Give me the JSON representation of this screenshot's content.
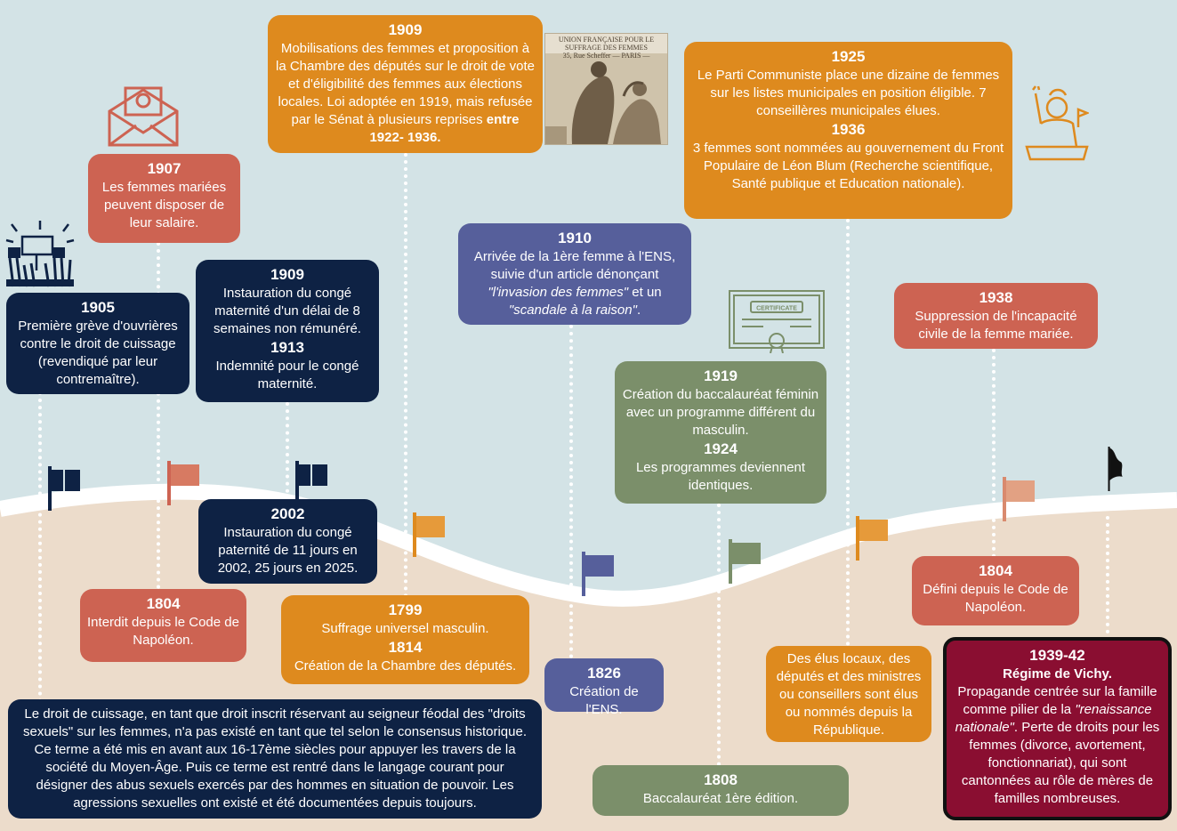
{
  "colors": {
    "navy": "#0e2244",
    "coral": "#cd6352",
    "orange": "#de8a1e",
    "purple": "#565f9b",
    "green": "#7b8f6a",
    "maroon": "#8a0e31",
    "sky": "#d3e3e6",
    "ground": "#ecdccb"
  },
  "photo": {
    "caption_line1": "UNION FRANÇAISE POUR LE SUFFRAGE DES FEMMES",
    "caption_line2": "35, Rue Scheffer — PARIS —"
  },
  "certificate_label": "CERTIFICATE",
  "events": {
    "e1909a": {
      "year": "1909",
      "text": "Mobilisations des femmes et proposition à la Chambre des députés sur le droit de vote et d'éligibilité des femmes aux élections locales. Loi adoptée en 1919, mais refusée par le Sénat à plusieurs reprises",
      "bold": "entre 1922- 1936."
    },
    "e1925": {
      "year": "1925",
      "text": "Le Parti Communiste place une dizaine de femmes sur les listes municipales en position éligible. 7 conseillères municipales élues.",
      "year2": "1936",
      "text2": "3 femmes sont nommées au gouvernement du Front Populaire de Léon Blum (Recherche scientifique, Santé publique et Education nationale)."
    },
    "e1907": {
      "year": "1907",
      "text": "Les femmes mariées peuvent disposer de leur salaire."
    },
    "e1910": {
      "year": "1910",
      "text": "Arrivée de la 1ère femme à l'ENS, suivie d'un article dénonçant",
      "italic1": "\"l'invasion des femmes\"",
      "mid": " et un ",
      "italic2": "\"scandale à la raison\"",
      "end": "."
    },
    "e1909b": {
      "year": "1909",
      "text": "Instauration du congé maternité d'un délai de 8 semaines non rémunéré.",
      "year2": "1913",
      "text2": "Indemnité pour le congé maternité."
    },
    "e1905": {
      "year": "1905",
      "text": "Première grève d'ouvrières contre le droit de cuissage (revendiqué par leur contremaître)."
    },
    "e1938": {
      "year": "1938",
      "text": "Suppression de l'incapacité civile de la femme mariée."
    },
    "e1919": {
      "year": "1919",
      "text": "Création du baccalauréat féminin avec un programme différent du masculin.",
      "year2": "1924",
      "text2": "Les programmes deviennent identiques."
    },
    "e2002": {
      "year": "2002",
      "text": "Instauration du congé paternité de 11 jours en 2002, 25 jours en 2025."
    },
    "e1804a": {
      "year": "1804",
      "text": "Interdit depuis le Code de Napoléon."
    },
    "e1799": {
      "year": "1799",
      "text": "Suffrage universel masculin.",
      "year2": "1814",
      "text2": "Création de la Chambre des députés."
    },
    "e1826": {
      "year": "1826",
      "text": "Création de l'ENS."
    },
    "e1804b": {
      "year": "1804",
      "text": "Défini depuis le Code de Napoléon."
    },
    "eelus": {
      "text": "Des élus locaux, des députés et des ministres ou conseillers sont élus ou nommés depuis la République."
    },
    "e1939": {
      "year": "1939-42",
      "title": "Régime de Vichy.",
      "text": "Propagande centrée sur la famille comme pilier de la",
      "italic": "\"renaissance nationale\"",
      "text2": ". Perte de droits pour les femmes (divorce, avortement, fonctionnariat), qui sont cantonnées au rôle de mères de familles nombreuses."
    },
    "e1808": {
      "year": "1808",
      "text": "Baccalauréat 1ère édition."
    },
    "cuissage": {
      "text": "Le droit de cuissage, en tant que droit inscrit réservant au seigneur féodal des \"droits sexuels\" sur les femmes, n'a pas existé en tant que tel selon le consensus historique. Ce terme a été mis en avant aux 16-17ème siècles pour appuyer les travers de la société du Moyen-Âge. Puis ce terme est rentré dans le langage courant pour désigner des abus sexuels exercés par des hommes en situation de pouvoir. Les agressions sexuelles ont existé et été documentées depuis toujours."
    }
  }
}
